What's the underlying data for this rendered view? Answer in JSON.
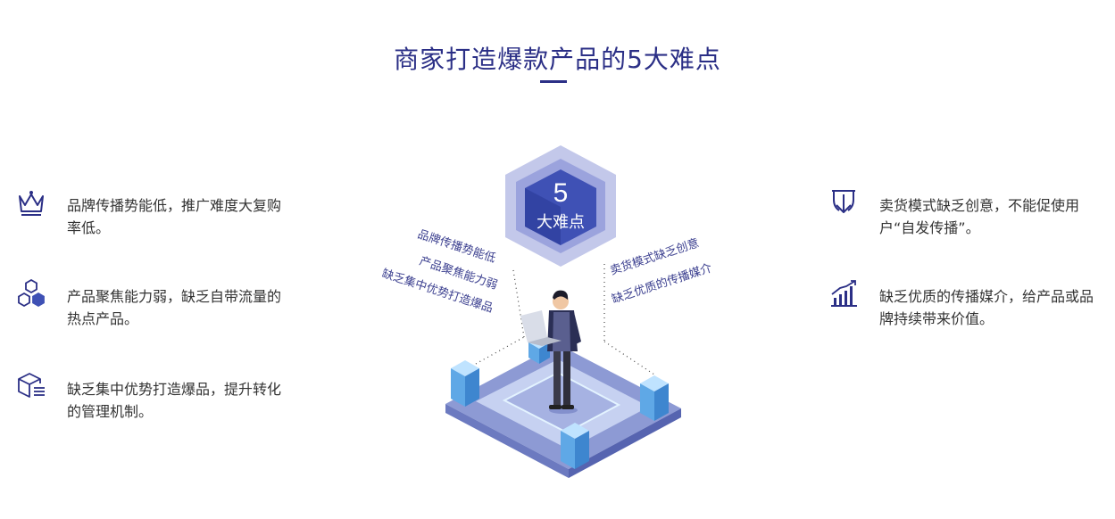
{
  "title": "商家打造爆款产品的5大难点",
  "left_items": [
    {
      "icon": "crown-icon",
      "text": "品牌传播势能低，推广难度大复购率低。"
    },
    {
      "icon": "hexagons-icon",
      "text": "产品聚焦能力弱，缺乏自带流量的热点产品。"
    },
    {
      "icon": "box-icon",
      "text": "缺乏集中优势打造爆品，提升转化的管理机制。"
    }
  ],
  "right_items": [
    {
      "icon": "download-arrow-icon",
      "text": "卖货模式缺乏创意，不能促使用户“自发传播”。"
    },
    {
      "icon": "bar-chart-icon",
      "text": "缺乏优质的传播媒介，给产品或品牌持续带来价值。"
    }
  ],
  "center": {
    "number": "5",
    "label": "大难点",
    "left_labels": [
      "品牌传播势能低",
      "产品聚焦能力弱",
      "缺乏集中优势打造爆品"
    ],
    "right_labels": [
      "卖货模式缺乏创意",
      "缺乏优质的传播媒介"
    ]
  },
  "colors": {
    "primary": "#2b2f86",
    "accent": "#3f51b5",
    "cube_light": "#bfe3ff",
    "platform": "#aab3de"
  }
}
